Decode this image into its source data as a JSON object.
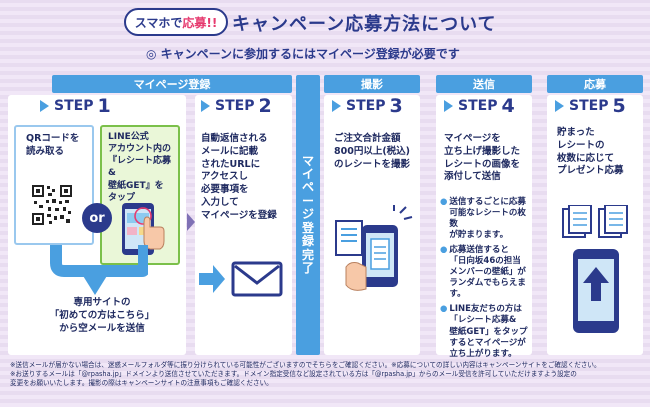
{
  "title": {
    "tag_prefix": "スマホで",
    "tag_highlight": "応募!!",
    "main": "キャンペーン応募方法について"
  },
  "subtitle": "◎ キャンペーンに参加するにはマイページ登録が必要です",
  "sections": {
    "mypage": "マイページ登録",
    "satsuei": "撮影",
    "soushin": "送信",
    "oubo": "応募"
  },
  "step_word": "STEP",
  "steps": [
    {
      "num": "1",
      "qr_text": [
        "QRコードを",
        "読み取る"
      ],
      "or": "or",
      "line_text": [
        "LINE公式",
        "アカウント内の",
        "『レシート応募&",
        "壁紙GET』を",
        "タップ"
      ],
      "bottom_text": [
        "専用サイトの",
        "「初めての方はこちら」",
        "から空メールを送信"
      ]
    },
    {
      "num": "2",
      "text": [
        "自動返信される",
        "メールに記載",
        "されたURLに",
        "アクセスし",
        "必要事項を",
        "入力して",
        "マイページを登録"
      ]
    },
    {
      "num": "3",
      "text": [
        "ご注文合計金額",
        "800円以上(税込)",
        "のレシートを撮影"
      ]
    },
    {
      "num": "4",
      "text": [
        "マイページを",
        "立ち上げ撮影した",
        "レシートの画像を",
        "添付して送信"
      ],
      "bullets": [
        [
          "送信するごとに応募",
          "可能なレシートの枚数",
          "が貯まります。"
        ],
        [
          "応募送信すると",
          "「日向坂46の担当",
          "メンバーの壁紙」が",
          "ランダムでもらえます。"
        ],
        [
          "LINE友だちの方は",
          "「レシート応募&",
          "壁紙GET」をタップ",
          "するとマイページが",
          "立ち上がります。"
        ]
      ]
    },
    {
      "num": "5",
      "text": [
        "貯まった",
        "レシートの",
        "枚数に応じて",
        "プレゼント応募"
      ]
    }
  ],
  "complete_vertical": [
    "マ",
    "イ",
    "ペ",
    "ー",
    "ジ",
    "登",
    "録",
    "完",
    "了"
  ],
  "footnotes": [
    "※送信メールが届かない場合は、迷惑メールフォルダ等に振り分けられている可能性がございますのでそちらをご確認ください。※応募についての詳しい内容はキャンペーンサイトをご確認ください。",
    "※お送りするメールは「@rpasha.jp」ドメインより送信させていただきます。ドメイン指定受信など設定されている方は「@rpasha.jp」からのメール受信を許可していただけますよう設定の",
    "変更をお願いいたします。撮影の際はキャンペーンサイトの注意事項もご確認ください。"
  ],
  "colors": {
    "navy": "#2b3a8c",
    "accent_blue": "#4a9fe0",
    "highlight_pink": "#e63b6f",
    "background": "#efe4f5"
  }
}
